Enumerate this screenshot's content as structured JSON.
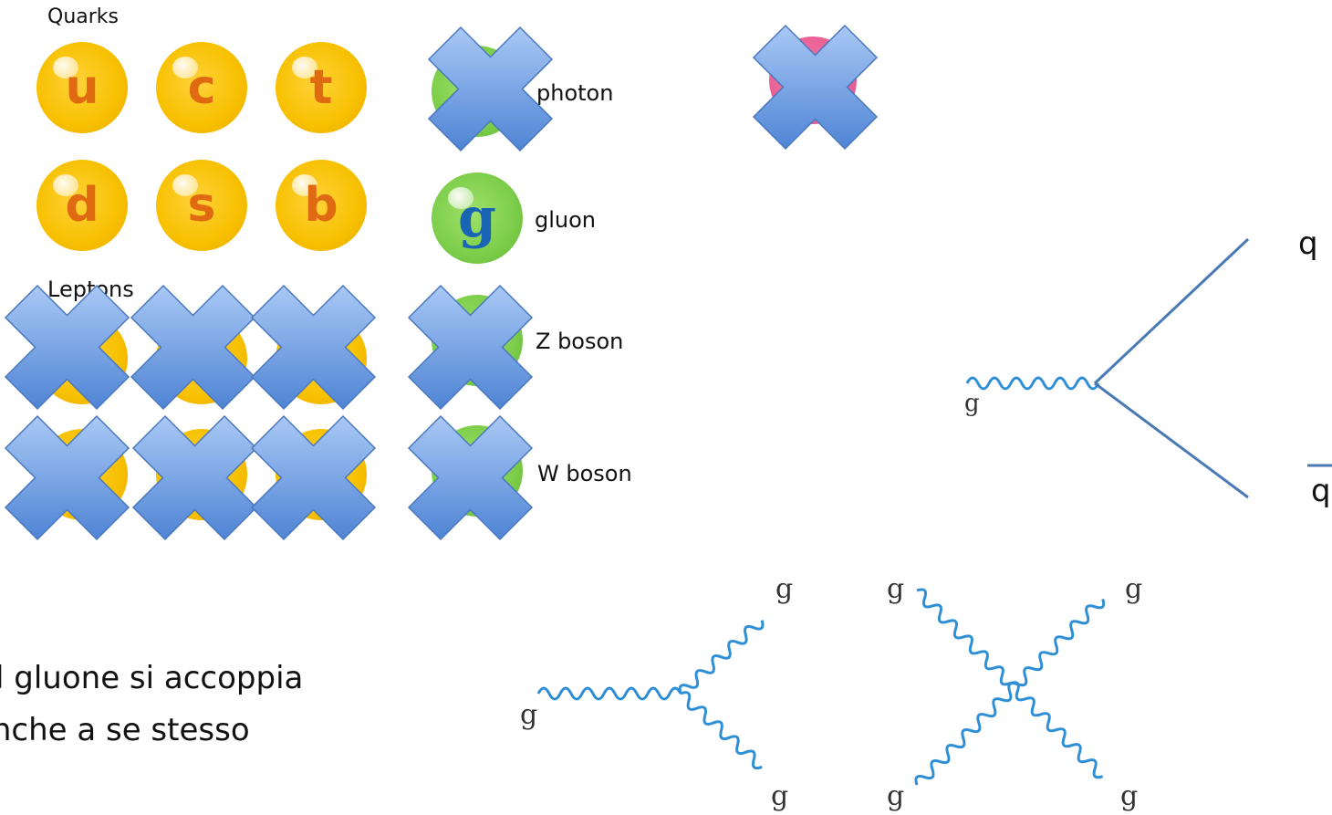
{
  "headings": {
    "quarks": "Quarks",
    "leptons": "Leptons"
  },
  "quarks": [
    "u",
    "c",
    "t",
    "d",
    "s",
    "b"
  ],
  "bosons": {
    "gluon_symbol": "g",
    "photon": "photon",
    "gluon": "gluon",
    "z": "Z boson",
    "w": "W boson"
  },
  "vertex_qq": {
    "g": "g",
    "q": "q",
    "qbar": "q"
  },
  "self_coupling": {
    "line1": "Il gluone si accoppia",
    "line2": "anche a se stesso",
    "g": "g"
  },
  "colors": {
    "quark": "#f7c000",
    "quark_letter": "#e06a12",
    "boson": "#7dcd4a",
    "gluon_letter": "#1a64b5",
    "cross": "#6f9fe0",
    "line": "#4a7ab5",
    "wave": "#2f8fd6"
  }
}
